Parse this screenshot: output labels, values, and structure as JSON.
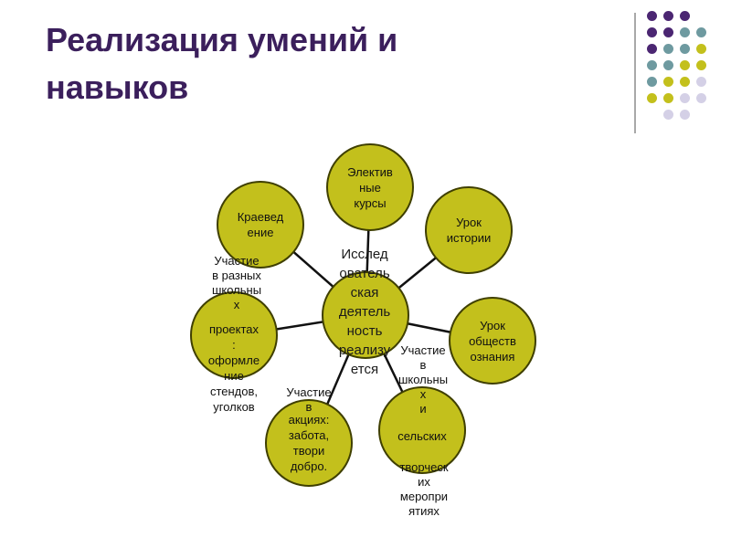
{
  "slide": {
    "title_line1": "Реализация умений и",
    "title_line2": "навыков"
  },
  "colors": {
    "title": "#3b1f5c",
    "node_fill": "#c3c01c",
    "node_border": "#3f3f00",
    "connector": "#111111",
    "decor_purple": "#4b2672",
    "decor_teal": "#6e9aa0",
    "decor_olive": "#c3c01c",
    "decor_lavender": "#d4d0e6"
  },
  "diagram": {
    "center": "Исслед\nователь\nская\nдеятель\nность\nреализу\nется",
    "nodes": {
      "elective": "Электив\nные\nкурсы",
      "local_history": "Краевед\nение",
      "history_lesson": "Урок\nистории",
      "social_lesson": "Урок\nобществ\nознания",
      "projects": "проектах\n:\nоформле\nние\nстендов,\nуголков",
      "actions": "акциях:\nзабота,\nтвори\nдобро.",
      "events": "сельских"
    },
    "notes": {
      "projects_prefix": "Участие\nв разных\nшкольны\nх",
      "actions_prefix": "Участие\nв",
      "events_prefix": "Участие\nв\nшкольны\nх\nи",
      "events_suffix": "творческ\nих\nмеропри\nятиях"
    }
  }
}
